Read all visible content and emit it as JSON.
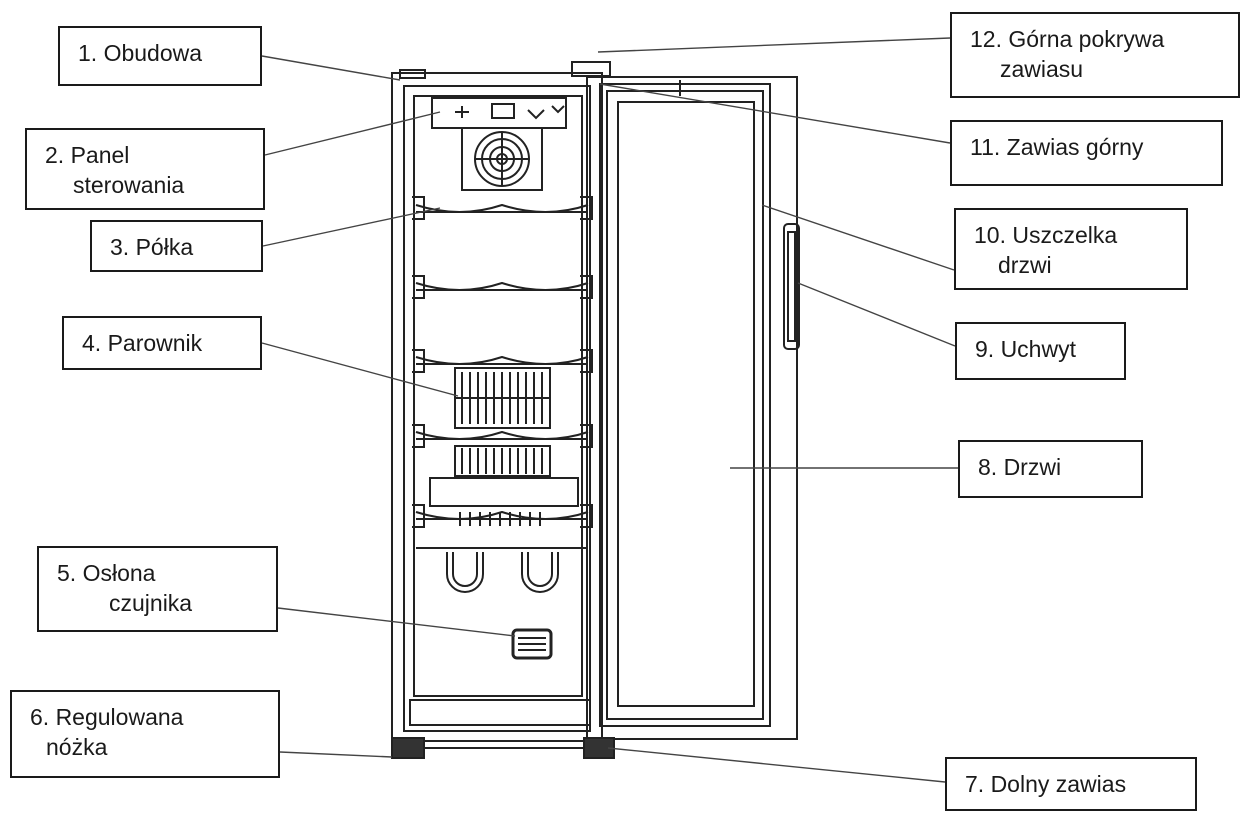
{
  "labels": [
    {
      "id": 1,
      "lines": [
        "1. Obudowa"
      ]
    },
    {
      "id": 2,
      "lines": [
        "2. Panel",
        "sterowania"
      ]
    },
    {
      "id": 3,
      "lines": [
        "3. Półka"
      ]
    },
    {
      "id": 4,
      "lines": [
        "4. Parownik"
      ]
    },
    {
      "id": 5,
      "lines": [
        "5. Osłona",
        "czujnika"
      ]
    },
    {
      "id": 6,
      "lines": [
        "6. Regulowana",
        "nóżka"
      ]
    },
    {
      "id": 7,
      "lines": [
        "7. Dolny zawias"
      ]
    },
    {
      "id": 8,
      "lines": [
        "8. Drzwi"
      ]
    },
    {
      "id": 9,
      "lines": [
        "9. Uchwyt"
      ]
    },
    {
      "id": 10,
      "lines": [
        "10. Uszczelka",
        "drzwi"
      ]
    },
    {
      "id": 11,
      "lines": [
        "11. Zawias górny"
      ]
    },
    {
      "id": 12,
      "lines": [
        "12. Górna pokrywa",
        "zawiasu"
      ]
    }
  ]
}
